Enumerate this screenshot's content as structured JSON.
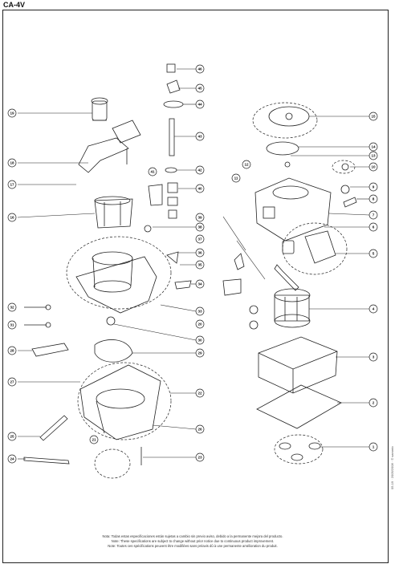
{
  "title": "CA-4V",
  "notes": {
    "es": "Nota: Todas estas especificaciones están sujetas a cambio sin previo aviso, debido a la permanente mejora del producto.",
    "en": "Note: These specifications are subject to change without prior notice due to continuous product improvement.",
    "fr": "Note: Toutes ces spécifications peuvent être modifiées sans préavis dû à une permanente amélioration du produit."
  },
  "side_code": "05-19 · 2005/2008 · © sammic",
  "callouts": [
    "46",
    "45",
    "44",
    "43",
    "42",
    "41",
    "40",
    "39",
    "38",
    "37",
    "36",
    "35",
    "34",
    "33",
    "32",
    "31",
    "30",
    "29",
    "28",
    "27",
    "26",
    "25",
    "24",
    "23",
    "22",
    "21",
    "20",
    "19",
    "18",
    "17",
    "16",
    "15",
    "14",
    "13",
    "12",
    "11",
    "10",
    "9",
    "8",
    "7",
    "6",
    "5",
    "4",
    "3",
    "2",
    "1"
  ]
}
